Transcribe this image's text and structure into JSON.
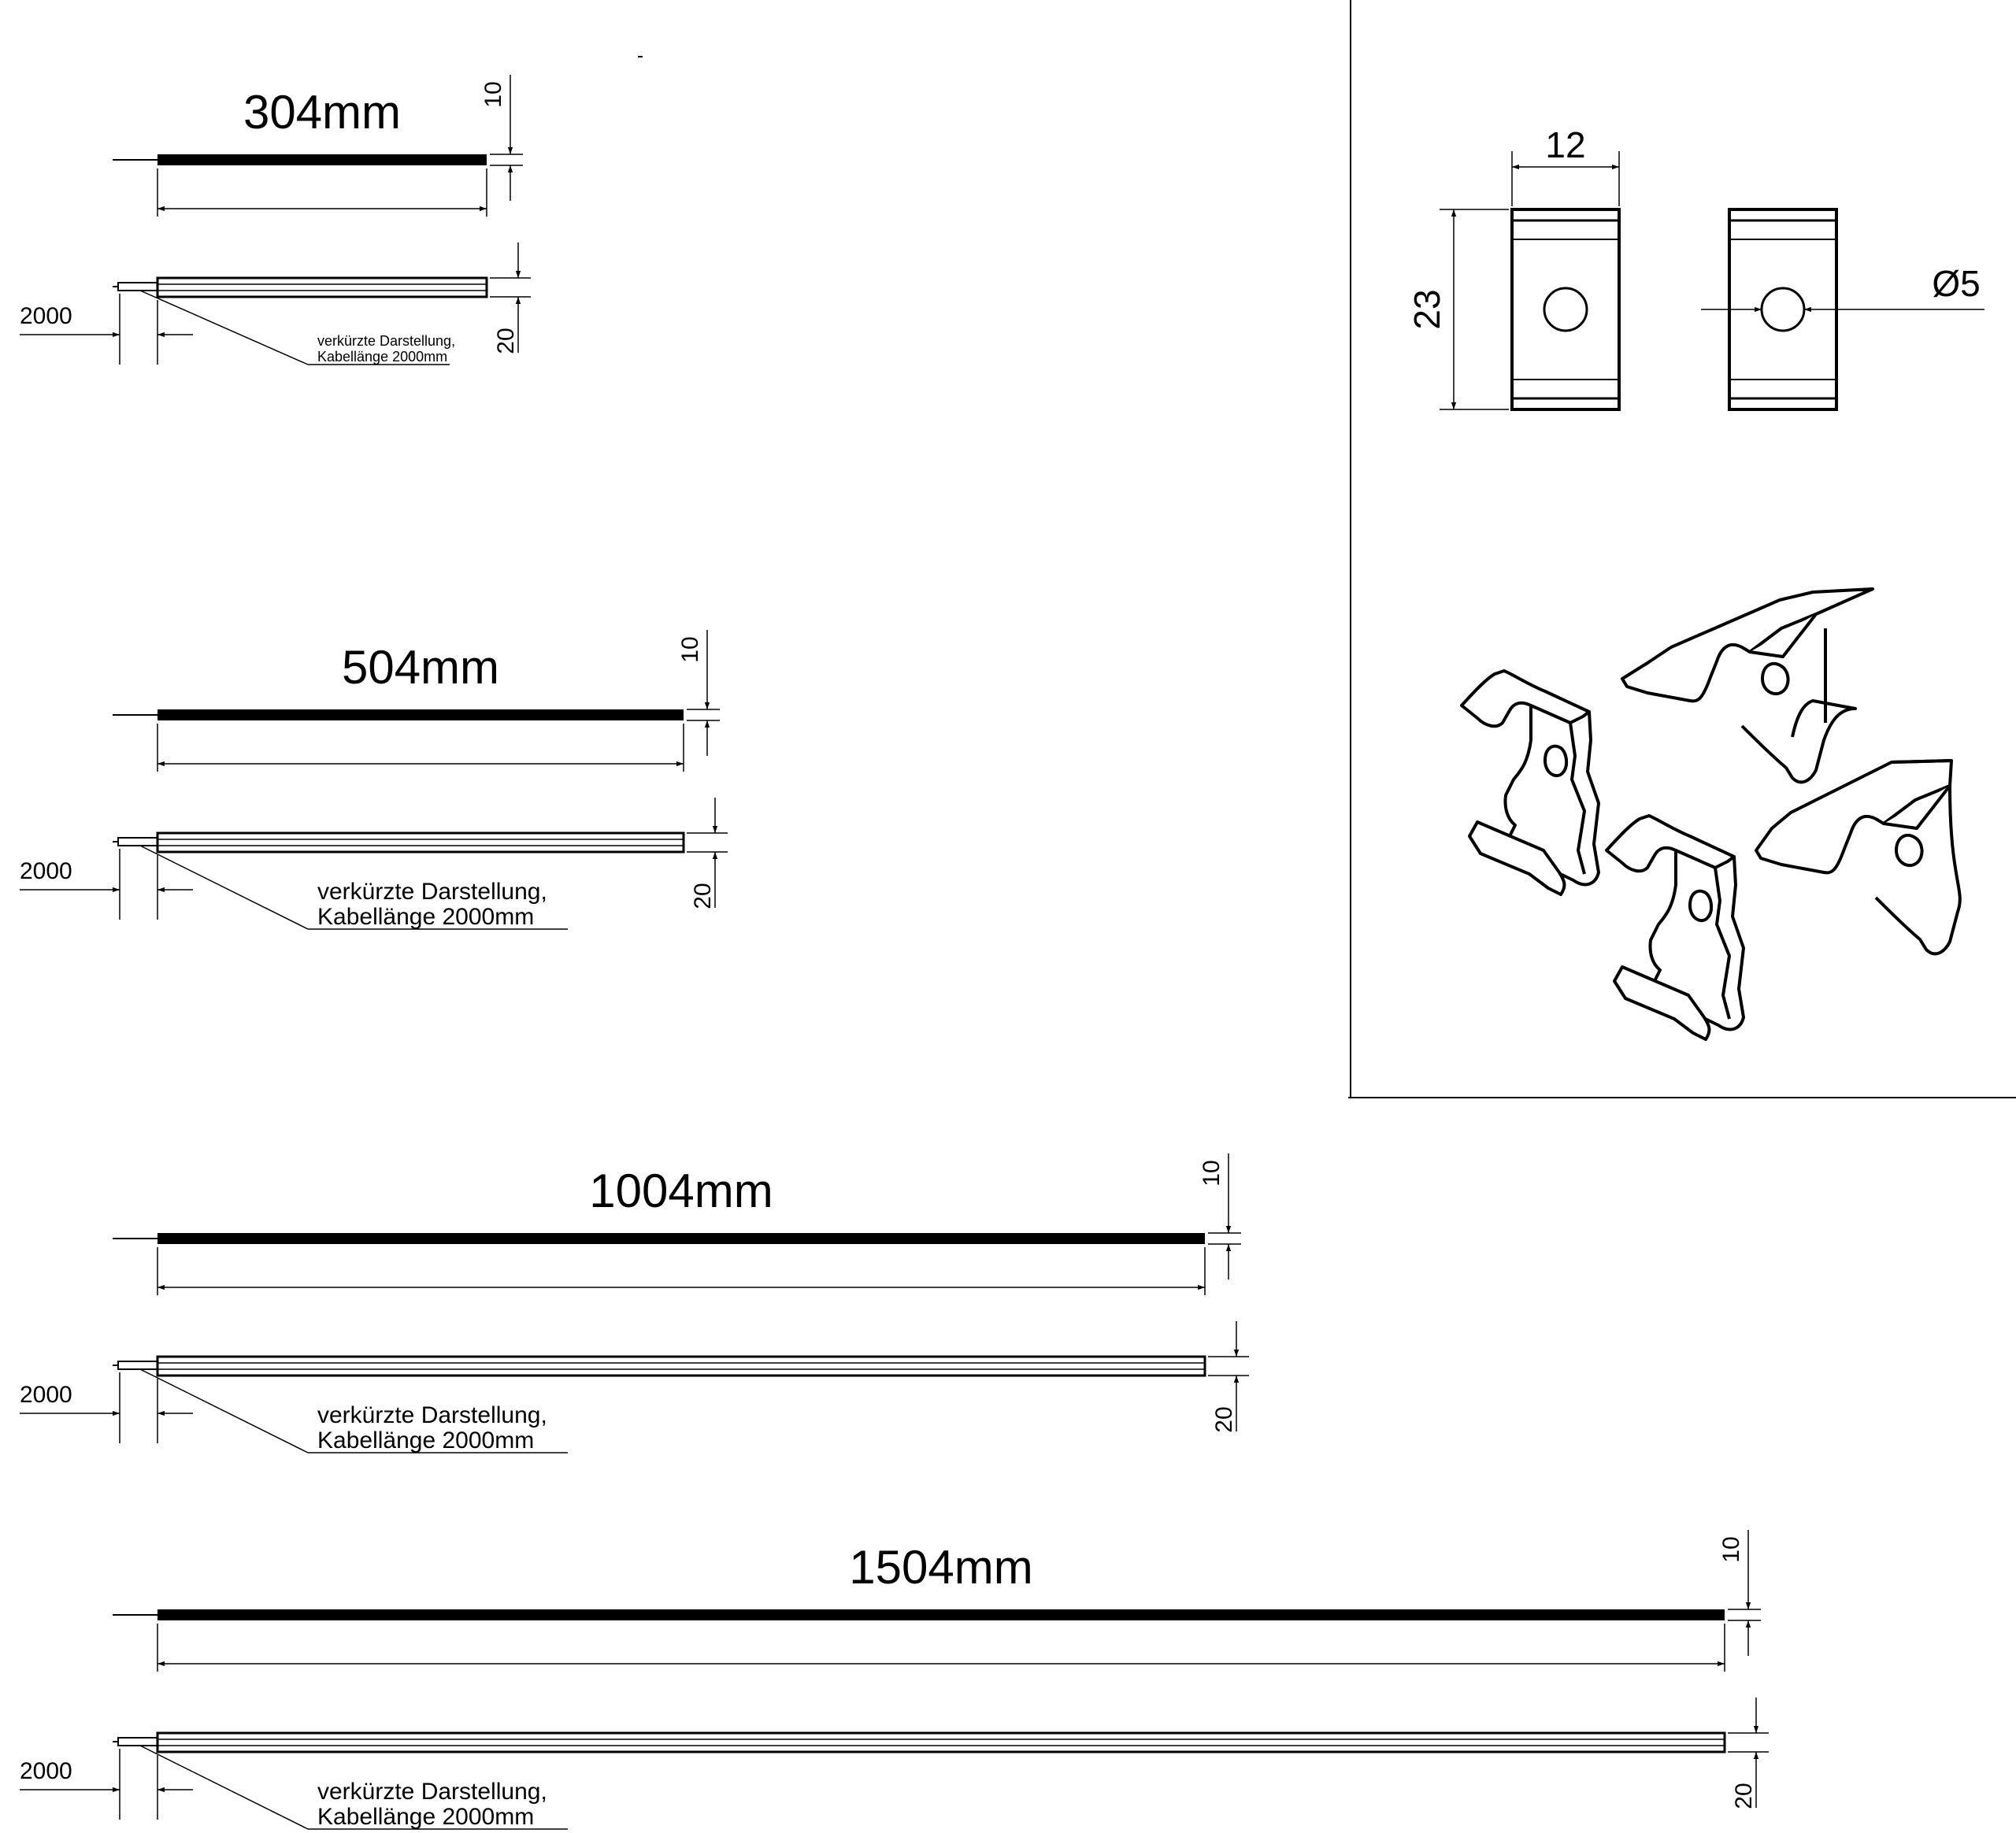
{
  "profiles": [
    {
      "length_label": "304mm",
      "dim_top": "10",
      "dim_side": "20",
      "cable_dim": "2000",
      "note_line1": "verkürzte Darstellung,",
      "note_line2": "Kabellänge 2000mm"
    },
    {
      "length_label": "504mm",
      "dim_top": "10",
      "dim_side": "20",
      "cable_dim": "2000",
      "note_line1": "verkürzte Darstellung,",
      "note_line2": "Kabellänge 2000mm"
    },
    {
      "length_label": "1004mm",
      "dim_top": "10",
      "dim_side": "20",
      "cable_dim": "2000",
      "note_line1": "verkürzte Darstellung,",
      "note_line2": "Kabellänge 2000mm"
    },
    {
      "length_label": "1504mm",
      "dim_top": "10",
      "dim_side": "20",
      "cable_dim": "2000",
      "note_line1": "verkürzte Darstellung,",
      "note_line2": "Kabellänge 2000mm"
    }
  ],
  "clip": {
    "width_label": "12",
    "height_label": "23",
    "hole_label": "Ø5"
  }
}
